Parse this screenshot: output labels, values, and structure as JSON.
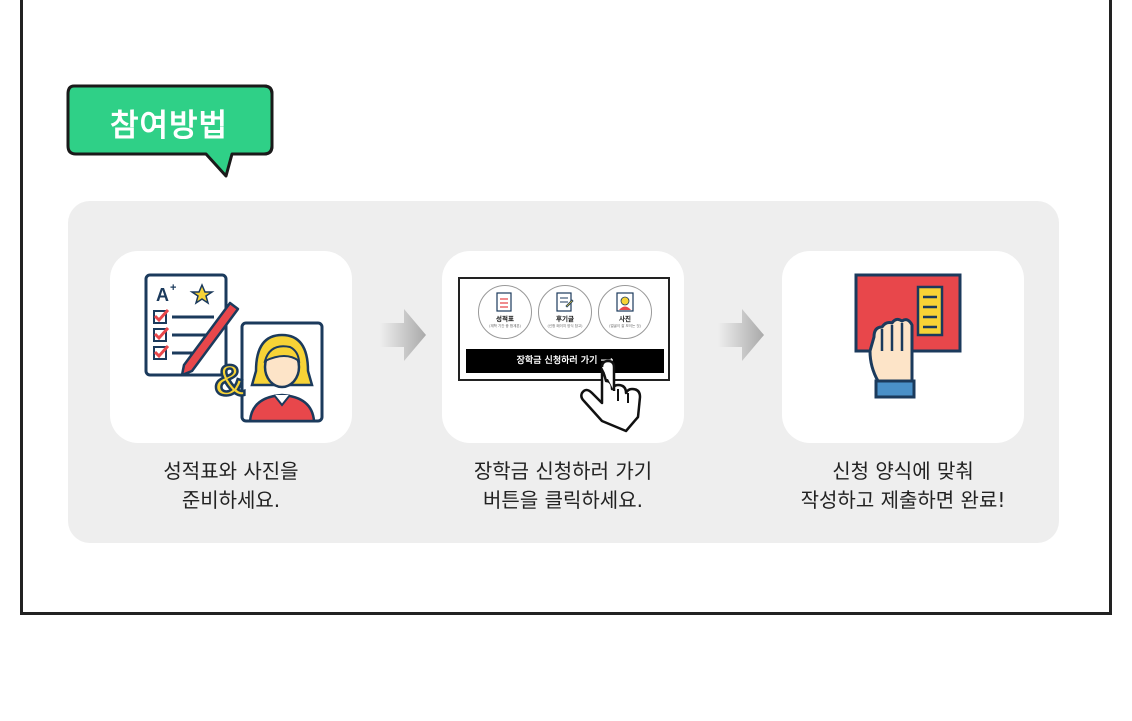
{
  "header": {
    "title": "참여방법",
    "bubble_color": "#2fd087"
  },
  "steps": [
    {
      "caption_line1": "성적표와 사진을",
      "caption_line2": "준비하세요.",
      "icon_grade": "A",
      "icon_grade_sup": "+"
    },
    {
      "caption_line1": "장학금 신청하러 가기",
      "caption_line2": "버튼을 클릭하세요.",
      "mini_items": [
        {
          "label": "성적표",
          "sub": "(재학 기간 중 합계본)"
        },
        {
          "label": "후기글",
          "sub": "(신청 페이지 양식 참고)"
        },
        {
          "label": "사진",
          "sub": "(얼굴이 잘 보이는 것)"
        }
      ],
      "mini_button": "장학금 신청하러 가기 ⟶"
    },
    {
      "caption_line1": "신청 양식에 맞춰",
      "caption_line2": "작성하고 제출하면 완료!"
    }
  ],
  "colors": {
    "panel_bg": "#eeeeee",
    "accent_red": "#e8474b",
    "accent_yellow": "#f7d336",
    "outline": "#1b3a5c"
  }
}
